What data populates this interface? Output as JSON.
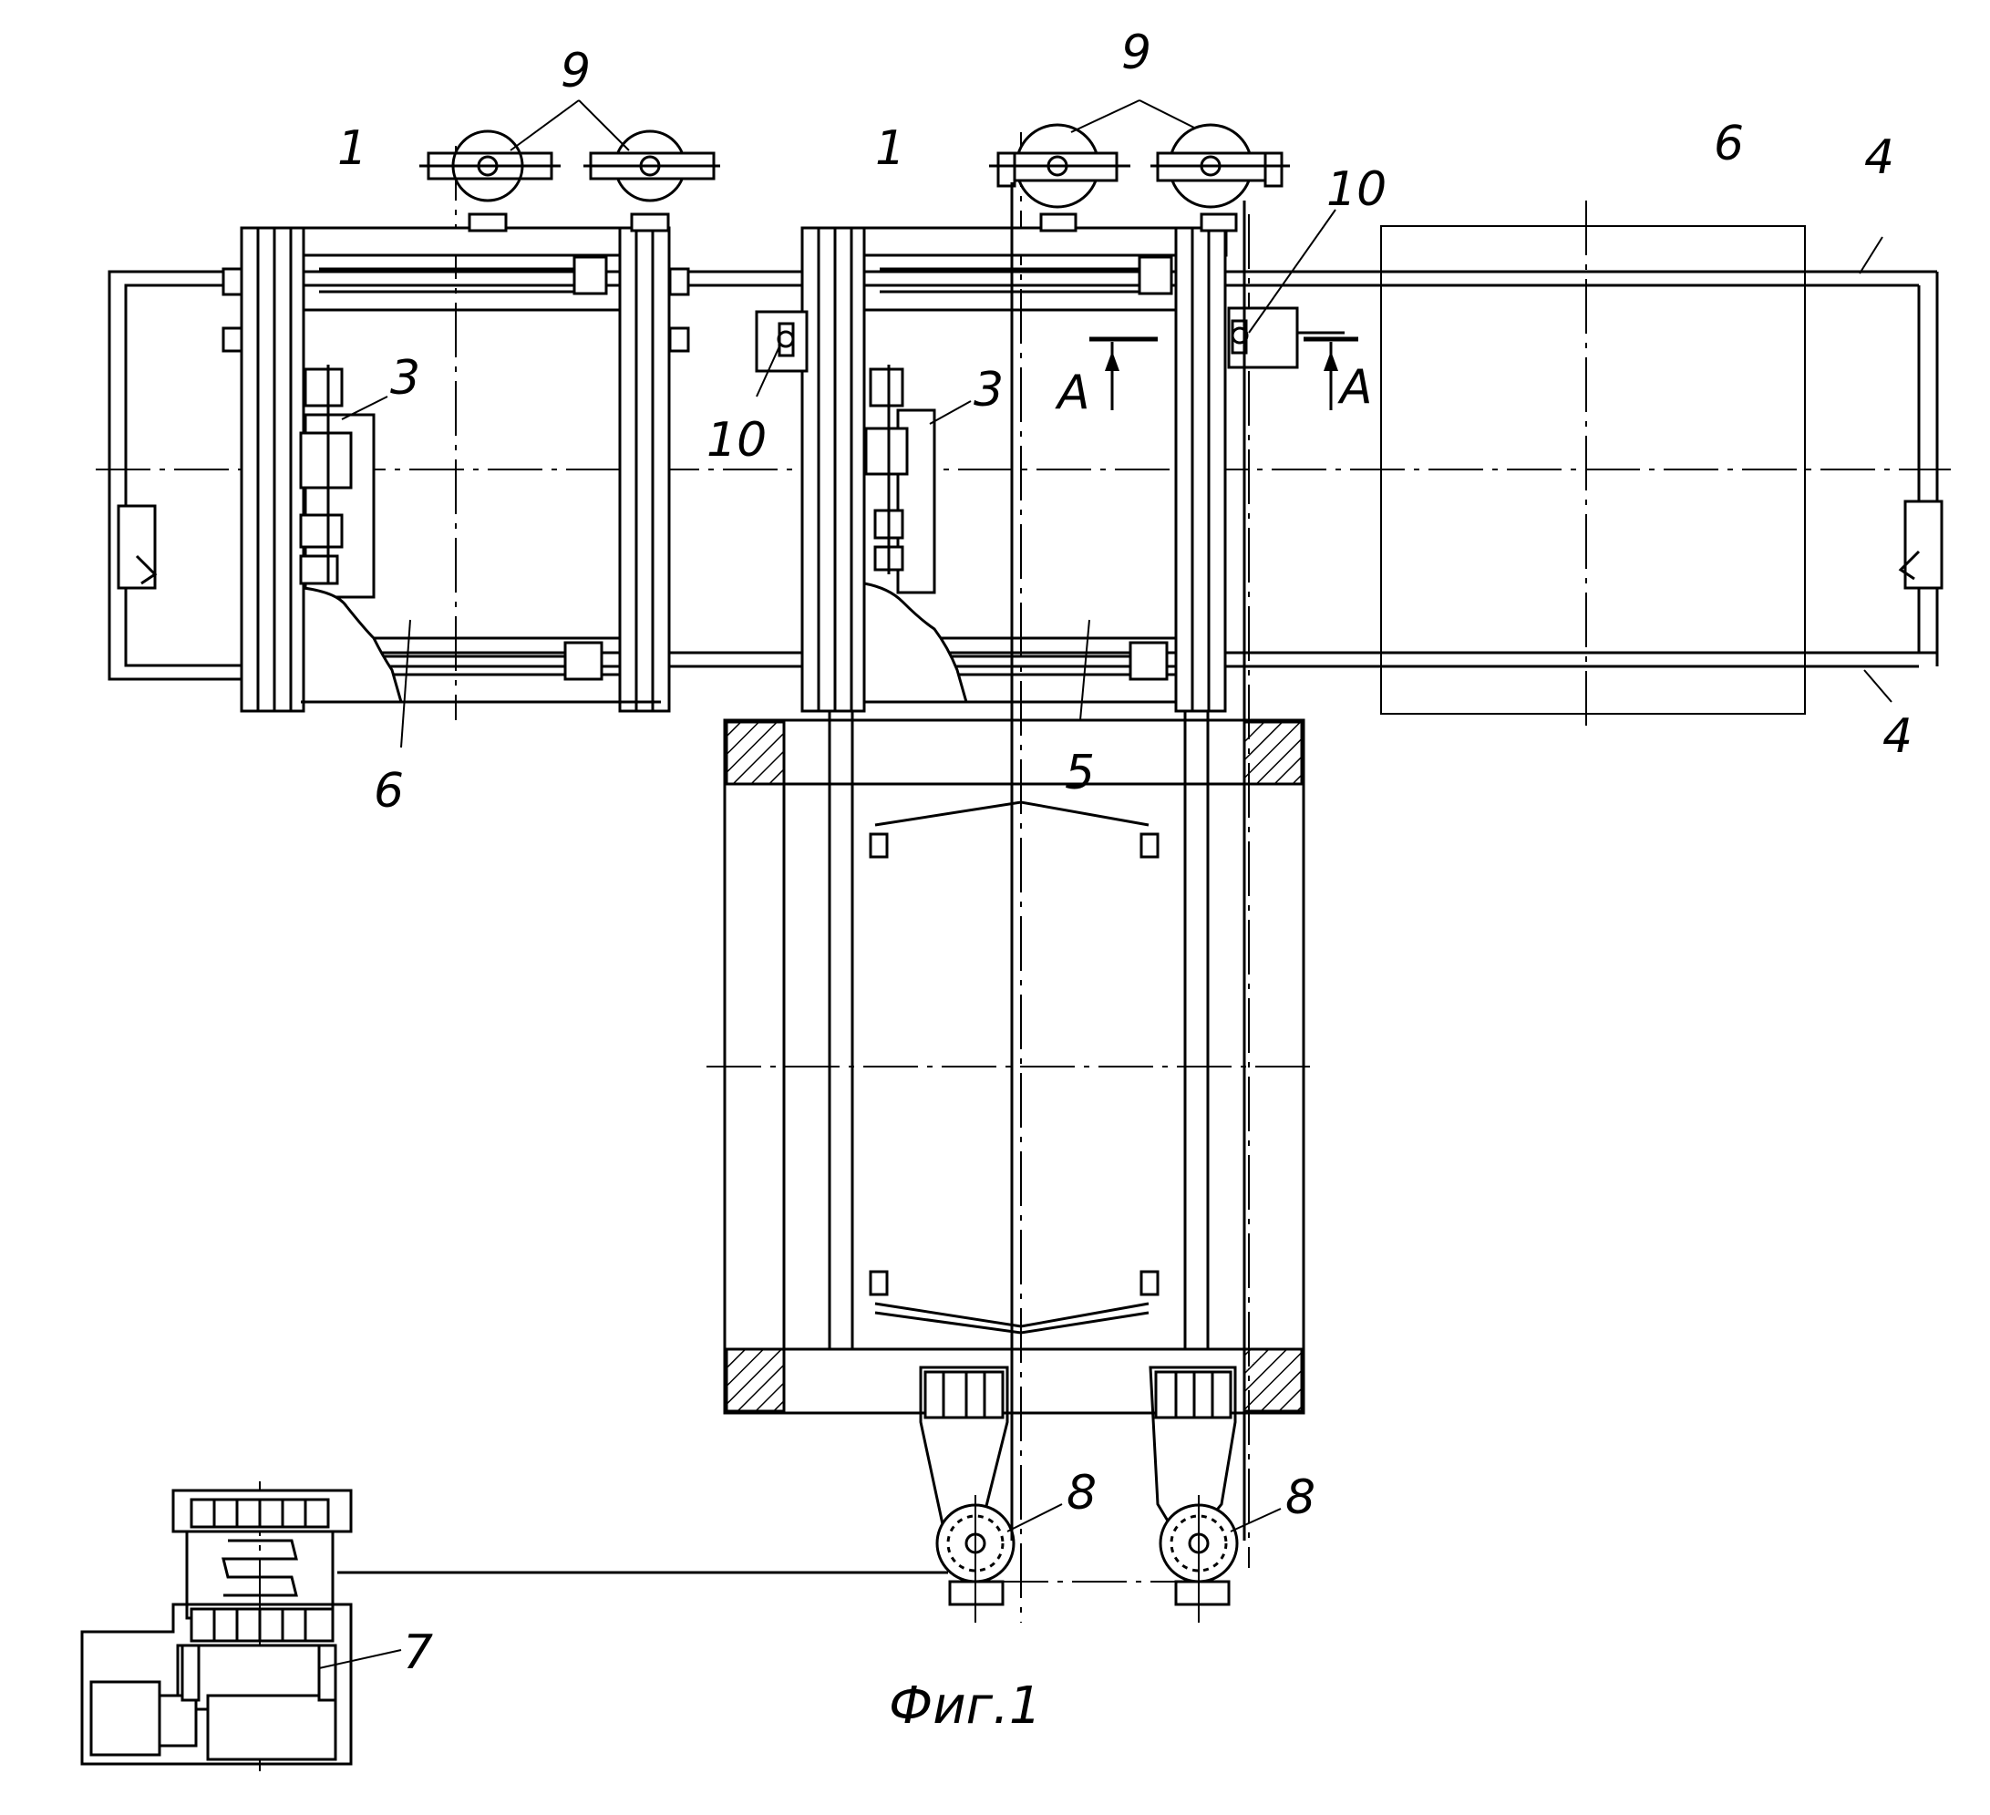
{
  "figure": {
    "caption": "Фиг.1",
    "labels": {
      "frame": "1",
      "unit": "3",
      "rails": "4",
      "kiln": "5",
      "mold": "6",
      "drive": "7",
      "sheave": "8",
      "pulleys": "9",
      "stop": "10",
      "section": "A"
    }
  }
}
